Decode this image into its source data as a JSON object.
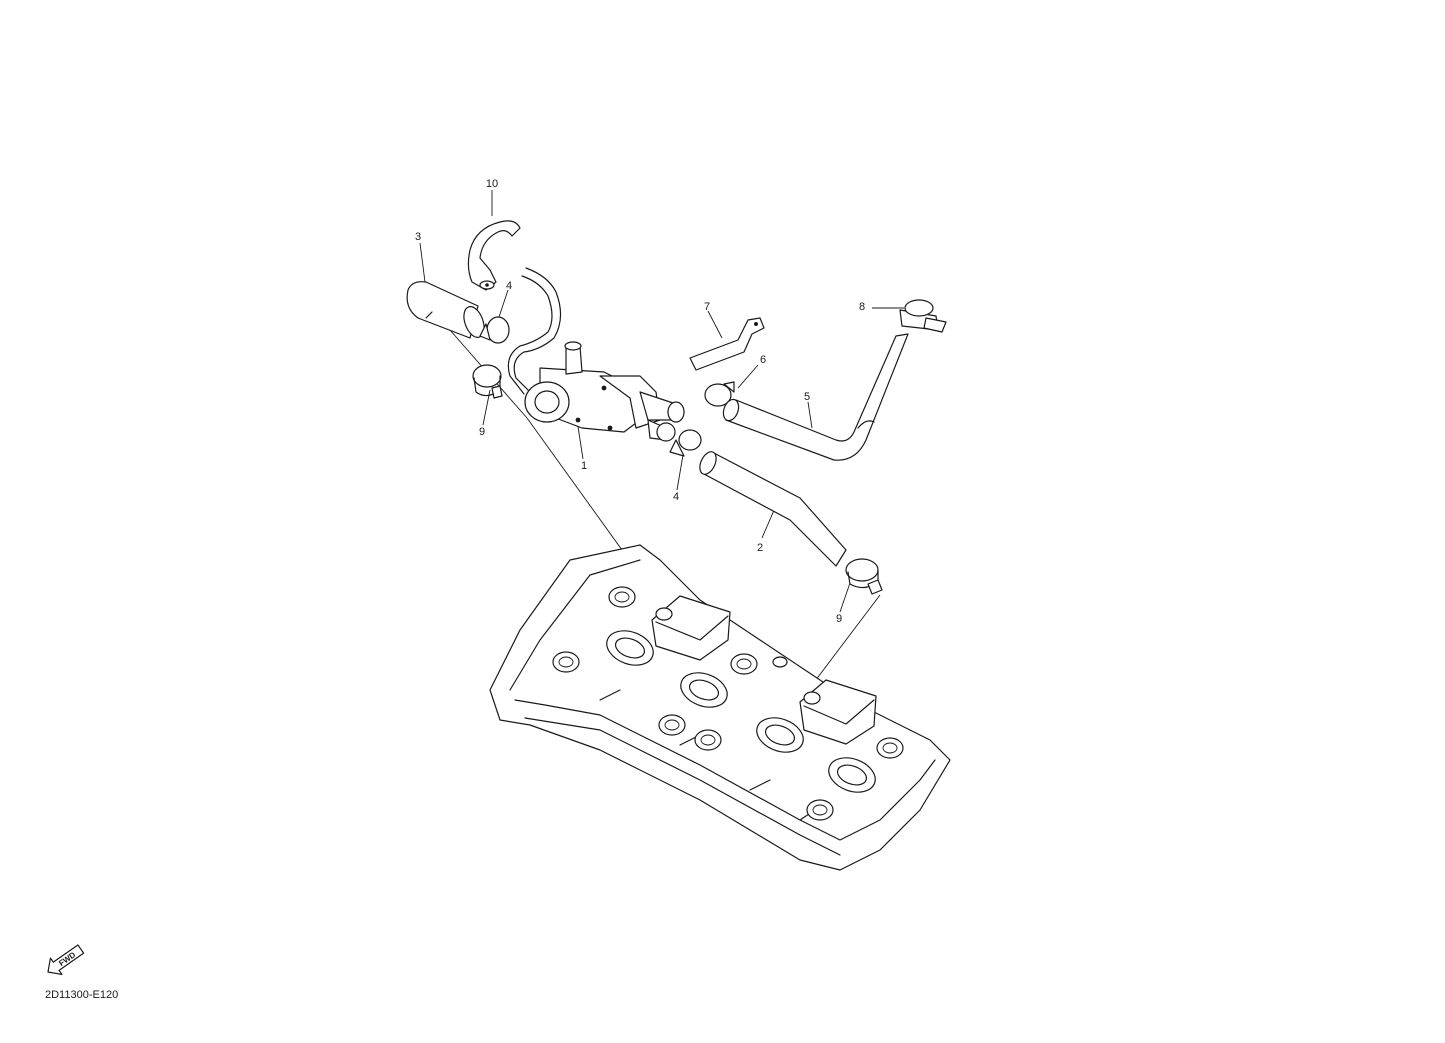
{
  "callouts": {
    "c1": "1",
    "c2": "2",
    "c3": "3",
    "c4a": "4",
    "c4b": "4",
    "c5": "5",
    "c6": "6",
    "c7": "7",
    "c8": "8",
    "c9a": "9",
    "c9b": "9",
    "c10": "10"
  },
  "fwd_label": "FWD",
  "diagram_code": "2D11300-E120"
}
